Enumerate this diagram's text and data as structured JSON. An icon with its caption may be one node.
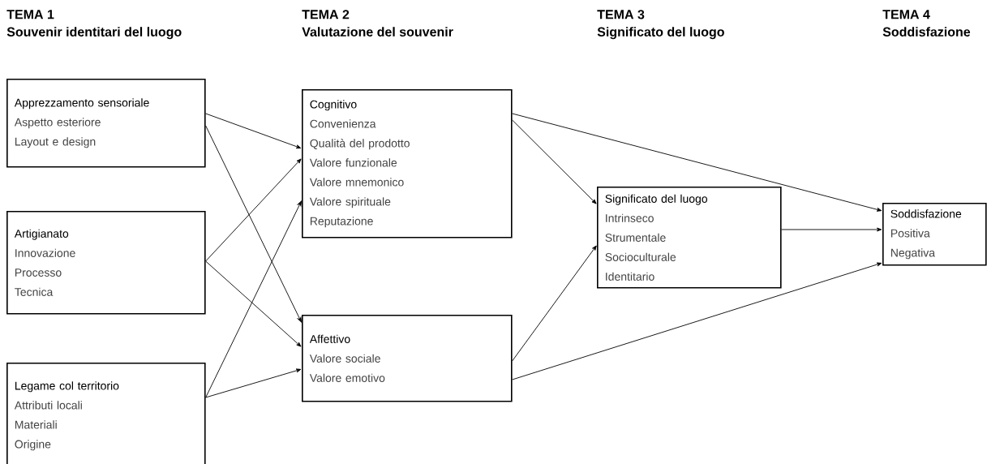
{
  "diagram": {
    "nodes": [
      {
        "text": [
          "Apprezzamento sensoriale",
          "Aspetto esteriore",
          "Layout e design"
        ]
      },
      {
        "text": [
          "Artigianato",
          "Innovazione",
          "Processo",
          "Tecnica"
        ]
      },
      {
        "text": [
          "Legame col territorio",
          "Attributi locali",
          "Materiali",
          "Origine"
        ]
      },
      {
        "text": [
          "Cognitivo",
          "Convenienza",
          "Qualità del prodotto",
          "Valore funzionale",
          "Valore mnemonico",
          "Valore spirituale",
          "Reputazione"
        ]
      },
      {
        "text": [
          "Affettivo",
          "Valore sociale",
          "Valore emotivo"
        ]
      },
      {
        "text": [
          "Significato del luogo",
          "Intrinseco",
          "Strumentale",
          "Socioculturale",
          "Identitario"
        ]
      },
      {
        "text": [
          "Soddisfazione",
          "Positiva",
          "Negativa"
        ]
      }
    ],
    "edges": [
      {
        "from": 0,
        "to": 3,
        "arrow": "to"
      },
      {
        "from": 0,
        "to": 4,
        "arrow": "to"
      },
      {
        "from": 1,
        "to": 3,
        "arrow": "to"
      },
      {
        "from": 1,
        "to": 4,
        "arrow": "to"
      },
      {
        "from": 2,
        "to": 3,
        "arrow": "to"
      },
      {
        "from": 2,
        "to": 4,
        "arrow": "to"
      },
      {
        "from": 3,
        "to": 5,
        "arrow": "to"
      },
      {
        "from": 3,
        "to": 6,
        "arrow": "to"
      },
      {
        "from": 4,
        "to": 5,
        "arrow": "to"
      },
      {
        "from": 4,
        "to": 6,
        "arrow": "to"
      },
      {
        "from": 5,
        "to": 6,
        "arrow": "to"
      }
    ],
    "labels": [
      "TEMA 1",
      "Souvenir identitari del luogo",
      "TEMA 2",
      "Valutazione del souvenir",
      "TEMA 3",
      "Significato del luogo",
      "TEMA 4",
      "Soddisfazione"
    ]
  }
}
